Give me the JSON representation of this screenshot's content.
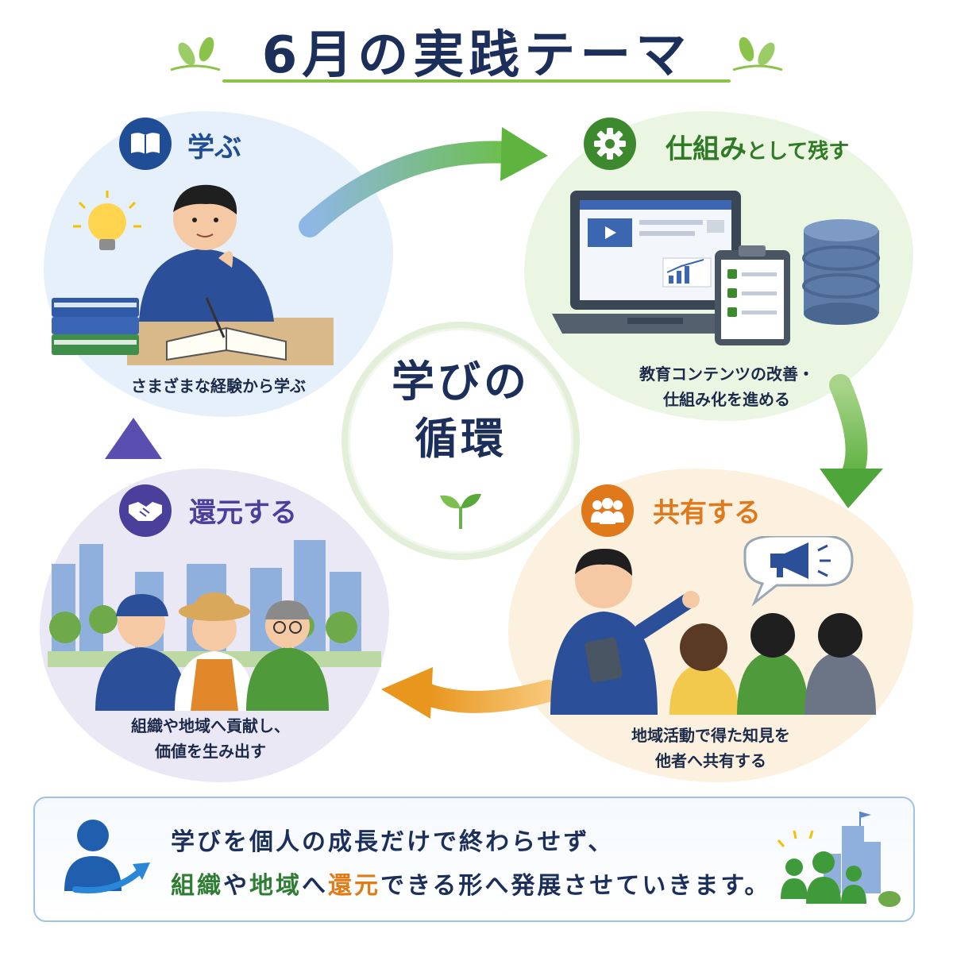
{
  "title": "6月の実践テーマ",
  "center": {
    "line1": "学びの",
    "line2": "循環"
  },
  "nodes": {
    "learn": {
      "title": "学ぶ",
      "caption": "さまざまな経験から学ぶ",
      "icon": "book-icon",
      "color": "#1f4e96"
    },
    "system": {
      "title_main": "仕組み",
      "title_sub": "として残す",
      "caption_line1": "教育コンテンツの改善・",
      "caption_line2": "仕組み化を進める",
      "icon": "gear-icon",
      "color": "#3d8a2e"
    },
    "share": {
      "title": "共有する",
      "caption_line1": "地域活動で得た知見を",
      "caption_line2": "他者へ共有する",
      "icon": "group-icon",
      "color": "#e0781c"
    },
    "return": {
      "title": "還元する",
      "caption_line1": "組織や地域へ貢献し、",
      "caption_line2": "価値を生み出す",
      "icon": "handshake-icon",
      "color": "#4a3f9a"
    }
  },
  "summary": {
    "line1": "学びを個人の成長だけで終わらせず、",
    "line2": [
      {
        "text": "組織",
        "color": "#2e7d32"
      },
      {
        "text": "や",
        "color": "#1c2f5a"
      },
      {
        "text": "地域",
        "color": "#2e7d32"
      },
      {
        "text": "へ",
        "color": "#1c2f5a"
      },
      {
        "text": "還元",
        "color": "#e07b16"
      },
      {
        "text": "できる形へ発展させていきます。",
        "color": "#1c2f5a"
      }
    ]
  }
}
